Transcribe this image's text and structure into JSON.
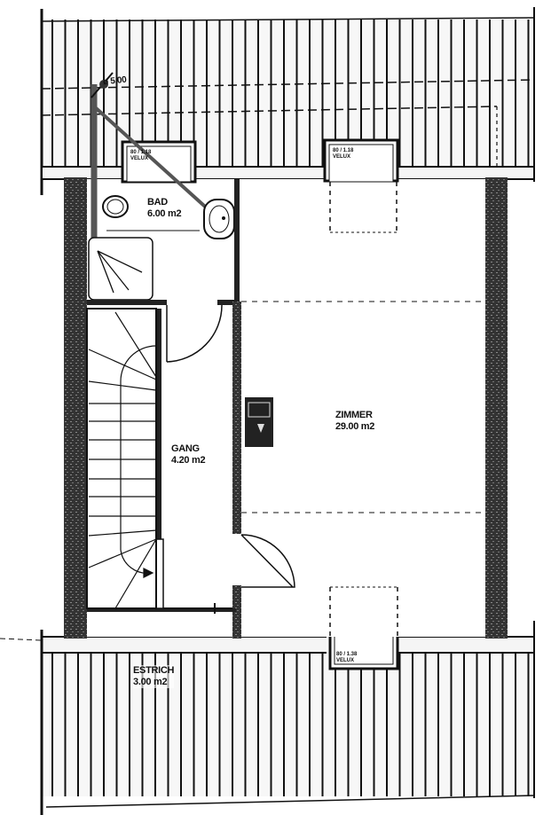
{
  "plan": {
    "type": "attic floor plan",
    "colors": {
      "line": "#111111",
      "wall_fill": "#2a2a2a",
      "background": "#ffffff",
      "roof_tile_gap": "#f4f4f4"
    }
  },
  "rooms": {
    "bad": {
      "name": "BAD",
      "area": "6.00 m2"
    },
    "gang": {
      "name": "GANG",
      "area": "4.20 m2"
    },
    "zimmer": {
      "name": "ZIMMER",
      "area": "29.00 m2"
    },
    "estrich": {
      "name": "ESTRICH",
      "area": "3.00 m2"
    }
  },
  "windows": [
    {
      "size": "80 / 1.18",
      "type": "VELUX"
    },
    {
      "size": "80 / 1.18",
      "type": "VELUX"
    },
    {
      "size": "80 / 1.38",
      "type": "VELUX"
    }
  ],
  "annotations": {
    "chimney_height": "ø 5.00"
  }
}
